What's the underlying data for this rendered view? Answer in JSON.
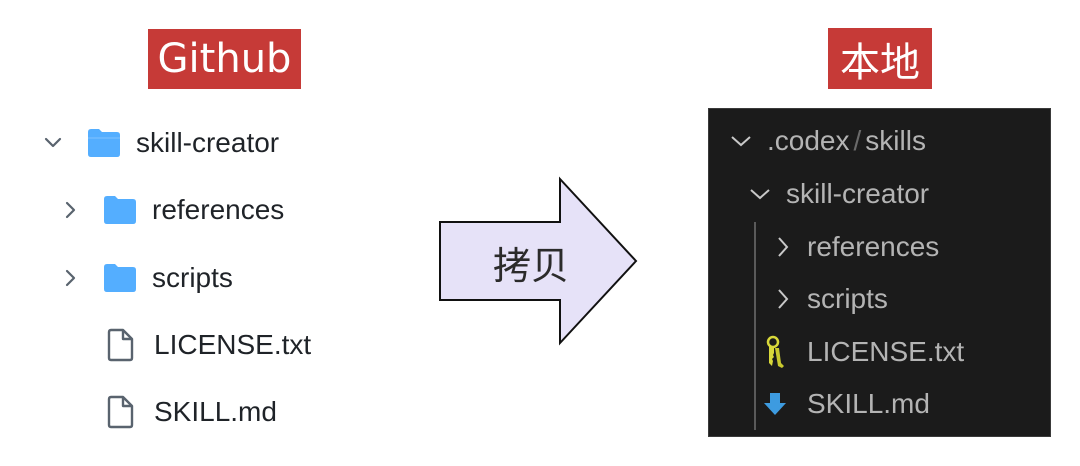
{
  "left": {
    "tag": "Github",
    "tree": [
      {
        "name": "skill-creator",
        "type": "folder",
        "expanded": true,
        "depth": 0
      },
      {
        "name": "references",
        "type": "folder",
        "expanded": false,
        "depth": 1
      },
      {
        "name": "scripts",
        "type": "folder",
        "expanded": false,
        "depth": 1
      },
      {
        "name": "LICENSE.txt",
        "type": "file",
        "depth": 1
      },
      {
        "name": "SKILL.md",
        "type": "file",
        "depth": 1
      }
    ]
  },
  "arrow": {
    "label": "拷贝",
    "fill": "#e6e2f8",
    "stroke": "#111111"
  },
  "right": {
    "tag": "本地",
    "path": {
      "part1": ".codex",
      "separator": "/",
      "part2": "skills"
    },
    "tree": [
      {
        "name": "skill-creator",
        "type": "folder",
        "expanded": true
      },
      {
        "name": "references",
        "type": "folder",
        "expanded": false
      },
      {
        "name": "scripts",
        "type": "folder",
        "expanded": false
      },
      {
        "name": "LICENSE.txt",
        "type": "file",
        "icon": "key-icon"
      },
      {
        "name": "SKILL.md",
        "type": "file",
        "icon": "download-arrow-icon"
      }
    ]
  },
  "colors": {
    "tag_bg": "#c63a37",
    "folder_blue": "#54aeff",
    "panel_bg": "#1b1b1b",
    "key_yellow": "#d8d83a",
    "md_arrow_blue": "#3d9be0"
  }
}
